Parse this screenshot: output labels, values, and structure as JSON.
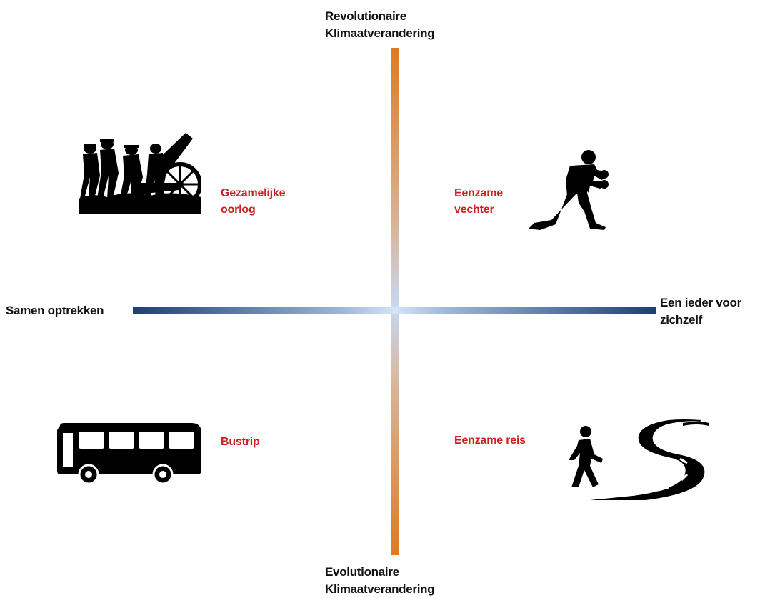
{
  "axes": {
    "top": [
      "Revolutionaire",
      "Klimaatverandering"
    ],
    "bottom": [
      "Evolutionaire",
      "Klimaatverandering"
    ],
    "left": "Samen optrekken",
    "right": [
      "Een ieder voor",
      "zichzelf"
    ]
  },
  "quadrants": {
    "top_left": [
      "Gezamelijke",
      "oorlog"
    ],
    "top_right": [
      "Eenzame",
      "vechter"
    ],
    "bottom_left": [
      "Bustrip"
    ],
    "bottom_right": [
      "Eenzame reis"
    ]
  },
  "colors": {
    "quadrant_label": "#cc1f1f",
    "axis_label": "#111111",
    "vertical_axis_end": "#e07a1e",
    "horizontal_axis_end": "#1e3f73",
    "axis_center": "#d5e4f7"
  },
  "icons": {
    "top_left": "soldiers-cannon-icon",
    "top_right": "boxer-icon",
    "bottom_left": "bus-icon",
    "bottom_right": "walker-road-icon"
  }
}
